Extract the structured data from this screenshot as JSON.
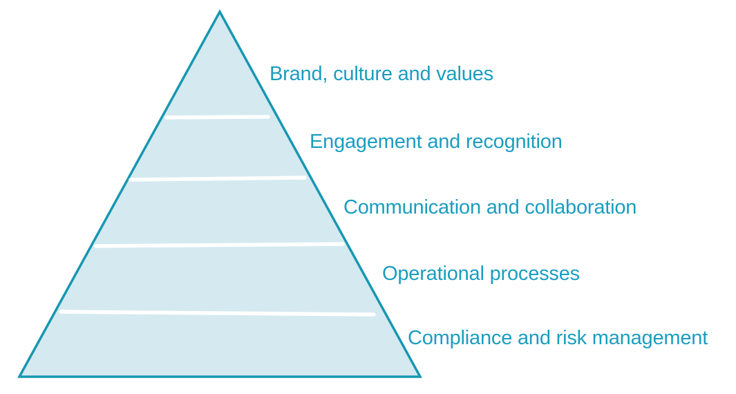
{
  "diagram": {
    "type": "pyramid",
    "levels": [
      {
        "label": "Brand, culture and values"
      },
      {
        "label": "Engagement and recognition"
      },
      {
        "label": "Communication and collaboration"
      },
      {
        "label": "Operational processes"
      },
      {
        "label": "Compliance and risk management"
      }
    ],
    "colors": {
      "fill": "#d5e9f0",
      "stroke": "#1697b1",
      "divider": "#ffffff",
      "label_text": "#1b9dc0",
      "background": "#ffffff"
    }
  }
}
